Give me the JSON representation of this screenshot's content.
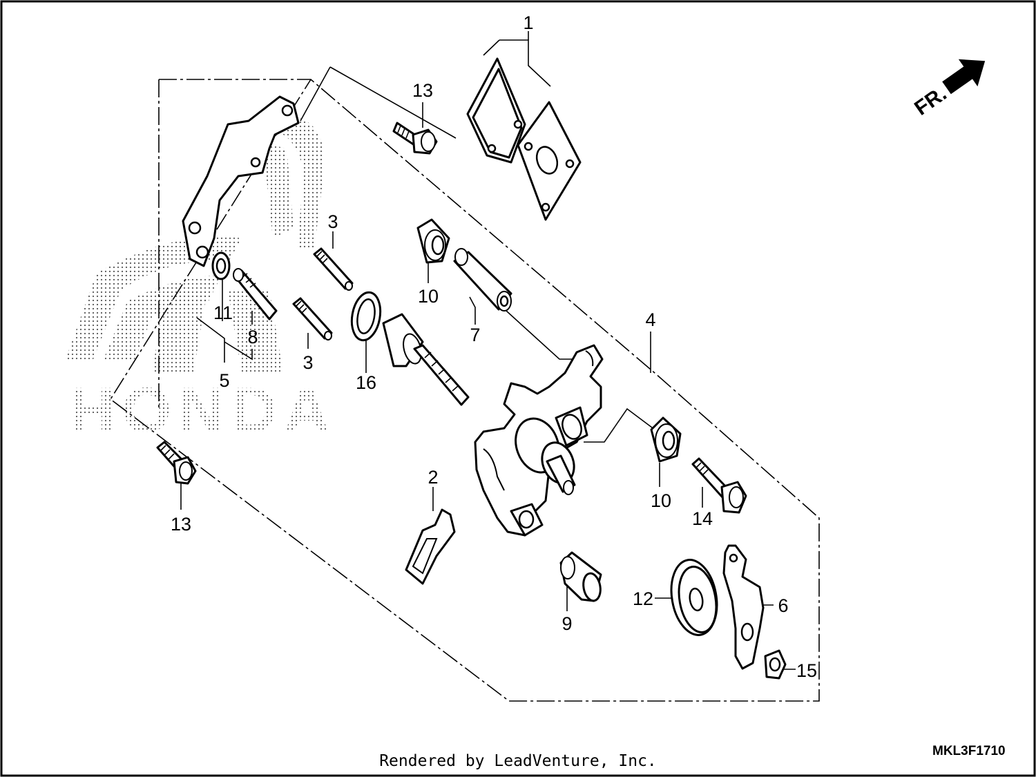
{
  "diagram": {
    "callouts": {
      "p1": "1",
      "p2": "2",
      "p3a": "3",
      "p3b": "3",
      "p4": "4",
      "p5": "5",
      "p6": "6",
      "p7": "7",
      "p8": "8",
      "p9": "9",
      "p10a": "10",
      "p10b": "10",
      "p11": "11",
      "p12": "12",
      "p13a": "13",
      "p13b": "13",
      "p14": "14",
      "p15": "15",
      "p16": "16"
    },
    "watermark_logo": "HONDA",
    "direction_label": "FR.",
    "diagram_code": "MKL3F1710"
  },
  "footer": {
    "credit": "Rendered by LeadVenture, Inc."
  }
}
